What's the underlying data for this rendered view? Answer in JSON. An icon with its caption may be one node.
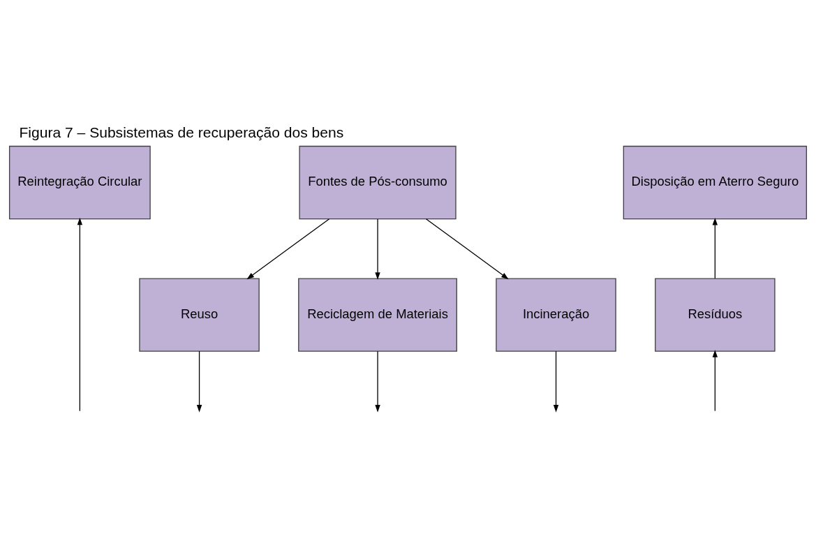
{
  "diagram": {
    "title": "Figura 7 – Subsistemas de recuperação dos bens",
    "nodes": [
      {
        "text": [
          "Reintegração Circular"
        ]
      },
      {
        "text": [
          "Fontes de Pós-consumo"
        ]
      },
      {
        "text": [
          "Disposição em Aterro Seguro"
        ]
      },
      {
        "text": [
          "Reuso"
        ]
      },
      {
        "text": [
          "Reciclagem de Materiais"
        ]
      },
      {
        "text": [
          "Incineração"
        ]
      },
      {
        "text": [
          "Resíduos"
        ]
      }
    ],
    "edges": [
      {
        "from": 1,
        "to": 3,
        "arrow": "to"
      },
      {
        "from": 1,
        "to": 4,
        "arrow": "to"
      },
      {
        "from": 1,
        "to": 5,
        "arrow": "to"
      },
      {
        "from": 3,
        "to": null,
        "arrow": "to"
      },
      {
        "from": 4,
        "to": null,
        "arrow": "to"
      },
      {
        "from": 5,
        "to": null,
        "arrow": "to"
      },
      {
        "from": null,
        "to": 0,
        "arrow": "to"
      },
      {
        "from": null,
        "to": 6,
        "arrow": "to"
      },
      {
        "from": 6,
        "to": 2,
        "arrow": "to"
      }
    ]
  }
}
